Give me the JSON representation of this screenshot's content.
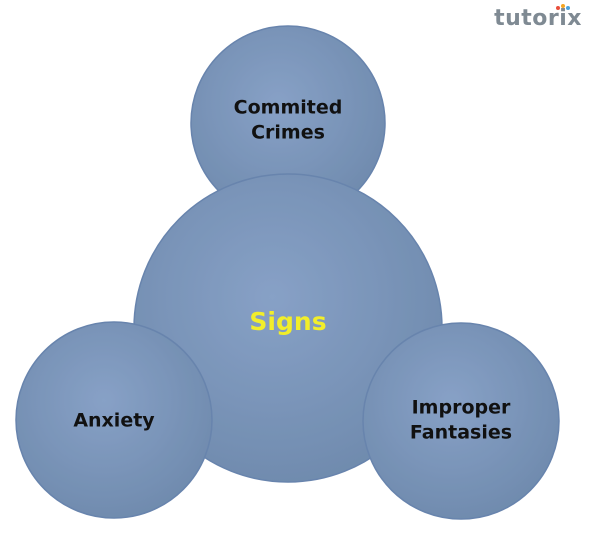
{
  "logo": {
    "text_prefix": "tutor",
    "text_i": "i",
    "text_suffix": "x",
    "colors": {
      "text": "#7f8a93",
      "dot1": "#e94e3c",
      "dot2": "#f5a623",
      "dot3": "#4aa3df"
    }
  },
  "diagram": {
    "center": {
      "label": "Signs"
    },
    "top": {
      "line1": "Commited",
      "line2": "Crimes"
    },
    "left": {
      "label": "Anxiety"
    },
    "right": {
      "line1": "Improper",
      "line2": "Fantasies"
    },
    "colors": {
      "fill": "#5f7fae",
      "stroke": "#4e6f9f",
      "center_text": "#f2ee2a",
      "outer_text": "#111111"
    }
  }
}
